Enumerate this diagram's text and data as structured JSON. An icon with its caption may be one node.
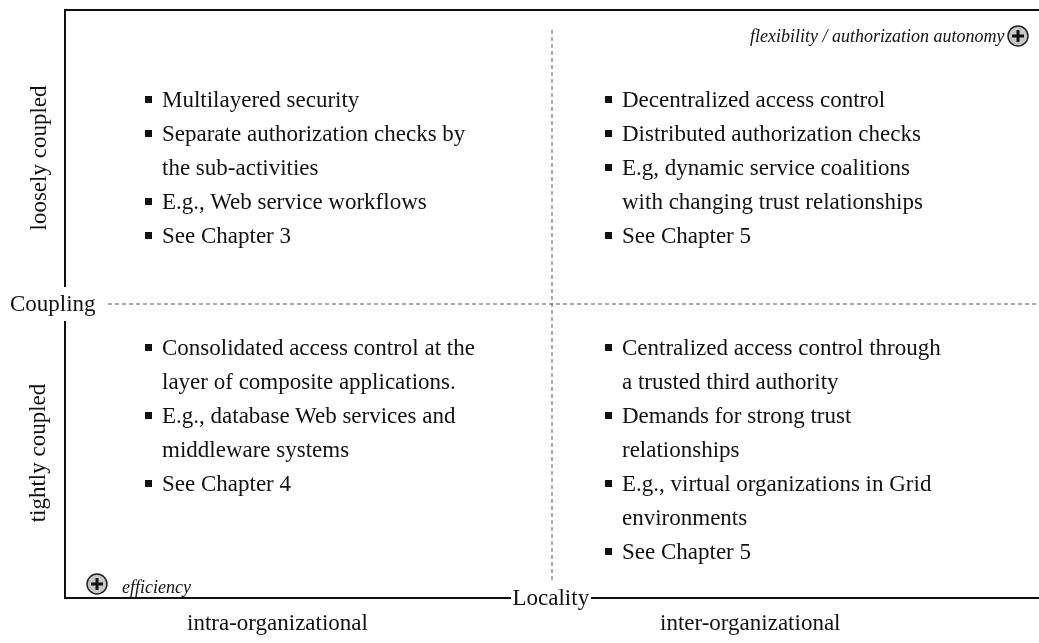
{
  "diagram": {
    "labels": [
      "flexibility / authorization autonomy",
      "Multilayered security",
      "Separate authorization checks by the sub-activities",
      "E.g., Web service workflows",
      "See Chapter 3",
      "Decentralized access control",
      "Distributed authorization checks",
      "E.g, dynamic service coalitions with changing trust relationships",
      "See Chapter 5",
      "loosely coupled",
      "Coupling",
      "tightly coupled",
      "Consolidated access control at the layer of composite applications.",
      "E.g., database Web services and middleware systems",
      "See Chapter 4",
      "Centralized access control through a trusted third authority",
      "Demands for strong trust relationships",
      "E.g., virtual organizations in Grid environments",
      "See Chapter 5",
      "efficiency",
      "Locality",
      "intra-organizational",
      "inter-organizational"
    ]
  }
}
